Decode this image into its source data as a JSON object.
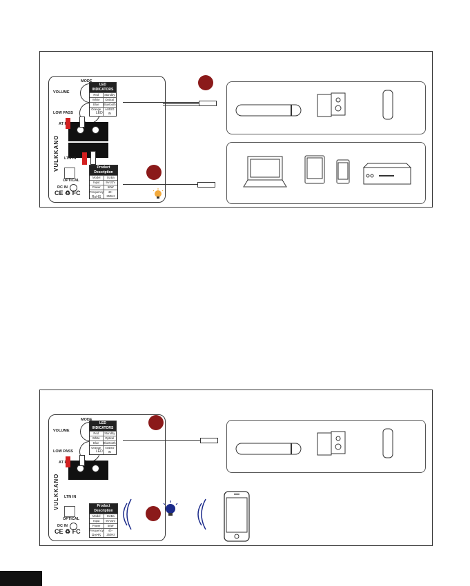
{
  "brand": "VULKKANO",
  "led_table": {
    "title": "LED INDICATORS",
    "rows": [
      [
        "Red",
        "Standby"
      ],
      [
        "White",
        "Optical"
      ],
      [
        "Blue",
        "Bluetooth"
      ],
      [
        "Orange",
        "AUDIO IN"
      ]
    ]
  },
  "product_table": {
    "title": "Product Description",
    "rows": [
      [
        "Model",
        "SUBa"
      ],
      [
        "Input",
        "9V-22V"
      ],
      [
        "Power",
        "50W"
      ],
      [
        "Frequency",
        "40 - 250Hz"
      ]
    ]
  },
  "panel_labels": {
    "mode": "MODE",
    "volume": "VOLUME",
    "low_pass": "LOW PASS",
    "led": "LED",
    "at_pc": "AT PC",
    "ltn_in": "LTN IN",
    "optical": "OPTICAL",
    "dc_in": "DC IN"
  },
  "cert": {
    "marks": "CE ♻ FC",
    "rohs": "RoHS"
  },
  "colors": {
    "accent": "#8b1a1a",
    "cable_red": "#d32020",
    "bt_blue": "#1b2a8a",
    "led_orange": "#f2a93b"
  }
}
